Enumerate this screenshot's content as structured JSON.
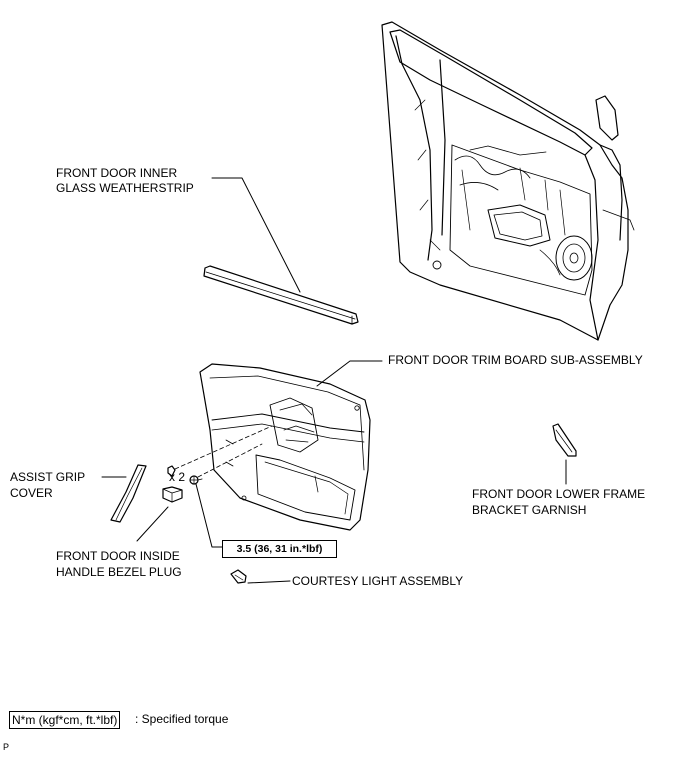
{
  "labels": {
    "glass_weatherstrip": [
      "FRONT DOOR INNER",
      "GLASS WEATHERSTRIP"
    ],
    "trim_board": "FRONT DOOR TRIM BOARD SUB-ASSEMBLY",
    "assist_grip_cover": [
      "ASSIST GRIP",
      "COVER"
    ],
    "lower_frame_bracket": [
      "FRONT DOOR LOWER FRAME",
      "BRACKET GARNISH"
    ],
    "handle_bezel_plug": [
      "FRONT DOOR INSIDE",
      "HANDLE BEZEL PLUG"
    ],
    "courtesy_light": "COURTESY LIGHT ASSEMBLY"
  },
  "fastener_quantity": "x 2",
  "torque_spec": "3.5 (36, 31 in.*lbf)",
  "legend": {
    "unit_box": "N*m (kgf*cm, ft.*lbf)",
    "description": ": Specified torque"
  },
  "page_id": "P",
  "icons": [
    "door-shell-icon",
    "weatherstrip-icon",
    "trim-board-icon",
    "clip-icon",
    "screw-icon",
    "assist-grip-cover-icon",
    "bezel-plug-icon",
    "courtesy-light-icon",
    "bracket-garnish-icon"
  ]
}
